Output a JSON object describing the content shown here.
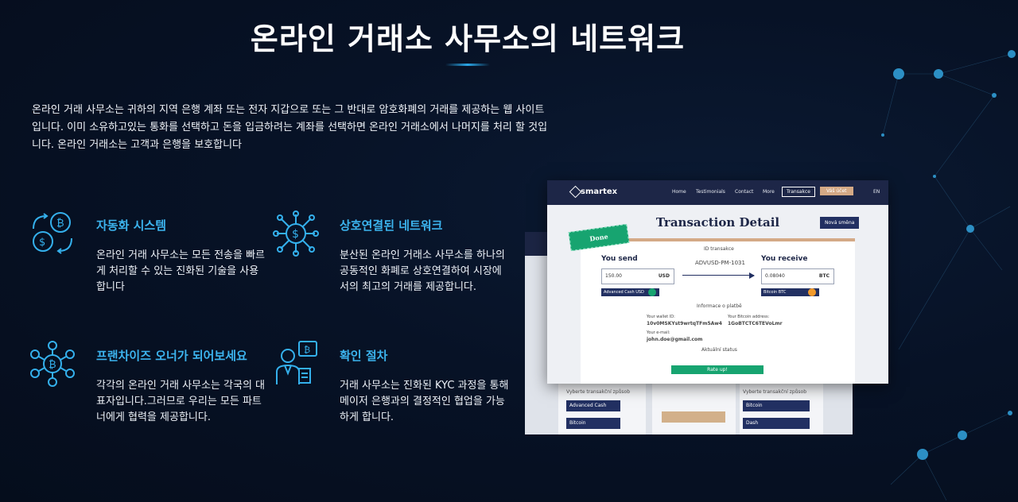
{
  "heading": "온라인 거래소 사무소의 네트워크",
  "intro_lines": [
    "온라인 거래 사무소는 귀하의 지역 은행 계좌 또는 전자 지갑으로 또는 그 반대로 암호화폐의 거래를 제공하는 웹 사이트",
    "입니다. 이미 소유하고있는 통화를 선택하고 돈을 입금하려는 계좌를 선택하면 온라인 거래소에서 나머지를 처리 할 것입",
    "니다. 온라인 거래소는 고객과 은행을 보호합니다"
  ],
  "features": [
    {
      "icon": "bitcoin-dollar-exchange-icon",
      "title": "자동화 시스템",
      "text": "온라인 거래 사무소는 모든 전송을 빠르게 처리할 수 있는 진화된 기술을 사용합니다"
    },
    {
      "icon": "dollar-network-icon",
      "title": "상호연결된 네트워크",
      "text": "분산된 온라인 거래소 사무소를 하나의 공동적인 화폐로 상호연결하여 시장에서의 최고의 거래를 제공합니다."
    },
    {
      "icon": "bitcoin-people-network-icon",
      "title": "프랜차이즈 오너가 되어보세요",
      "text": "각각의 온라인 거래 사무소는 각국의 대표자입니다.그러므로 우리는 모든 파트너에게 협력을 제공합니다."
    },
    {
      "icon": "verified-person-icon",
      "title": "확인 절차",
      "text": "거래 사무소는 진화된 KYC 과정을 통해 메이저 은행과의 결정적인 협업을 가능하게 합니다."
    }
  ],
  "screenshot": {
    "brand": "smartex",
    "nav": [
      "Home",
      "Testimonials",
      "Contact",
      "More"
    ],
    "nav_tx": "Transakce",
    "nav_account": "Váš účet",
    "lang": "EN",
    "title": "Transaction Detail",
    "new_button": "Nová směna",
    "stamp": "Done",
    "id_label": "ID transakce",
    "id_value": "ADVUSD-PM-1031",
    "send_label": "You send",
    "send_amount": "150.00",
    "send_currency": "USD",
    "send_method": "Advanced Cash USD",
    "receive_label": "You receive",
    "receive_amount": "0.08040",
    "receive_currency": "BTC",
    "receive_method": "Bitcoin BTC",
    "payment_info": "Informace o platbě",
    "wallet_label": "Your wallet ID:",
    "wallet_value": "10v0MSKYst9wrtqTFm5Aw4",
    "btc_label": "Your Bitcoin address:",
    "btc_value": "1GoBTCTC6TEVoLmr",
    "email_label": "Your e-mail:",
    "email_value": "john.doe@gmail.com",
    "status_label": "Aktuální status",
    "status_value": "Rate up!",
    "back_left_label": "Vyberte transakční způsob",
    "back_right_label": "Vyberte transakční způsob",
    "back_items_left": [
      "Advanced Cash",
      "Bitcoin"
    ],
    "back_items_right": [
      "Bitcoin",
      "Dash"
    ]
  },
  "colors": {
    "accent": "#3cb4ee",
    "navy": "#1d2647",
    "green": "#17a470",
    "tan": "#d4a986"
  }
}
